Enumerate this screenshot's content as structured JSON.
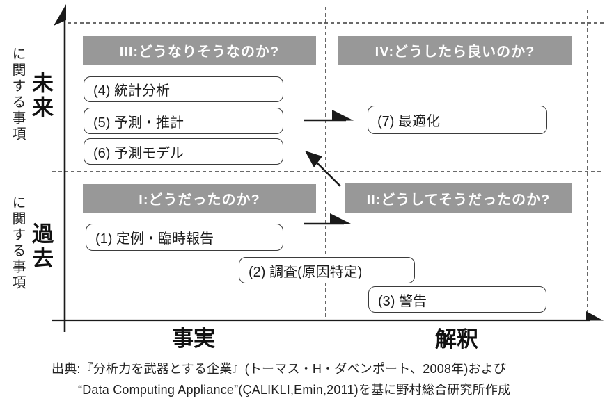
{
  "quadrants": {
    "iii": {
      "title": "III:どうなりそうなのか?"
    },
    "iv": {
      "title": "IV:どうしたら良いのか?"
    },
    "i": {
      "title": "I:どうだったのか?"
    },
    "ii": {
      "title": "II:どうしてそうだったのか?"
    }
  },
  "items": {
    "i1": "(1) 定例・臨時報告",
    "i2": "(2) 調査(原因特定)",
    "i3": "(3) 警告",
    "i4": "(4) 統計分析",
    "i5": "(5) 予測・推計",
    "i6": "(6) 予測モデル",
    "i7": "(7) 最適化"
  },
  "axes": {
    "y_top_emph": "未来",
    "y_top_suffix": "に関する事項",
    "y_bottom_emph": "過去",
    "y_bottom_suffix": "に関する事項",
    "x_left": "事実",
    "x_right": "解釈"
  },
  "source": {
    "line1": "出典:『分析力を武器とする企業』(トーマス・H・ダベンポート、2008年)および",
    "line2": "“Data Computing Appliance”(ÇALIKLI,Emin,2011)を基に野村総合研究所作成"
  },
  "colors": {
    "band_gray": "#989898",
    "box_border": "#3b3b3b",
    "axis_black": "#1a1a1a",
    "dashed_gray": "#555555"
  }
}
